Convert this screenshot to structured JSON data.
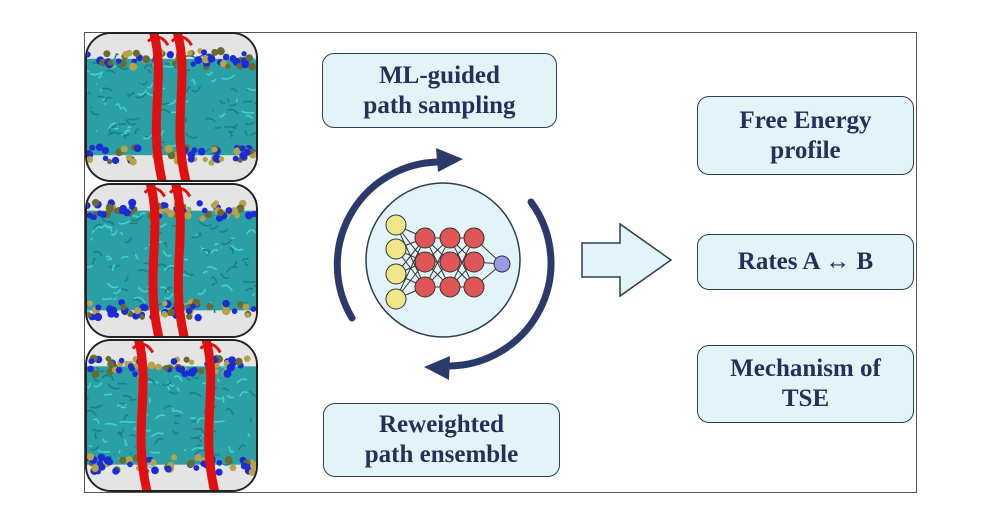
{
  "left_panels": [
    {
      "name": "membrane-snapshot-1"
    },
    {
      "name": "membrane-snapshot-2"
    },
    {
      "name": "membrane-snapshot-3"
    }
  ],
  "boxes": {
    "ml_guided": "ML-guided\npath sampling",
    "reweighted": "Reweighted\npath ensemble",
    "free_energy": "Free Energy\nprofile",
    "rates": "Rates A ↔ B",
    "mechanism": "Mechanism of\nTSE"
  },
  "colors": {
    "box_fill": "#e3f4f8",
    "text": "#25305a",
    "arrow": "#2b3a6b",
    "input_nodes": "#f2e68a",
    "hidden_nodes": "#e05555",
    "output_node": "#9a9ae8",
    "lipid": "#2bb3b3",
    "helix": "#e01010"
  },
  "icons": [
    "cycle-arrows-icon",
    "neural-network-icon",
    "right-arrow-icon"
  ]
}
